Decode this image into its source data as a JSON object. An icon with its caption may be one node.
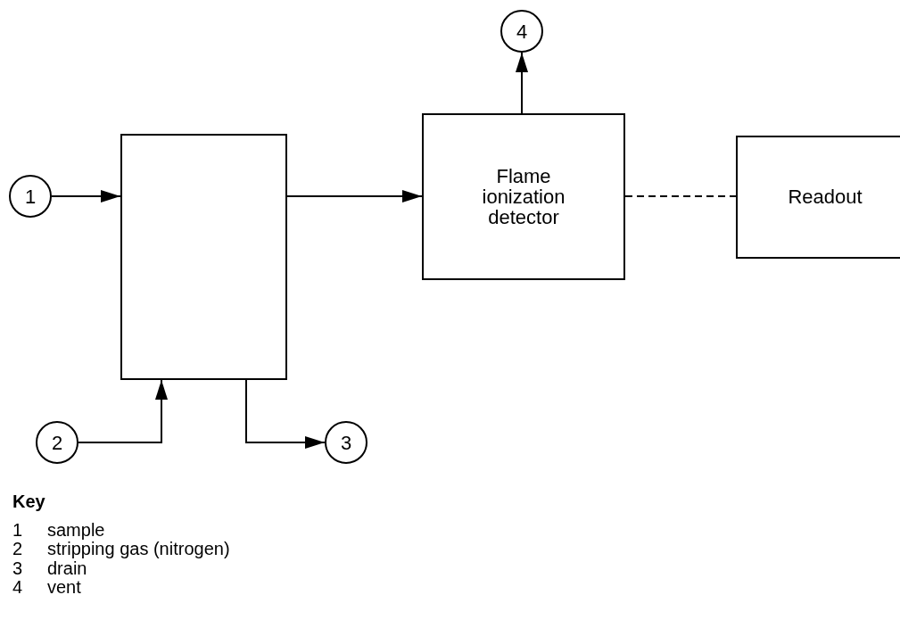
{
  "diagram": {
    "nodes": [
      {
        "text": [
          "4"
        ]
      },
      {
        "text": [
          "1"
        ]
      },
      {
        "text": [],
        "shape": "box"
      },
      {
        "text": [
          "Flame ionization detector"
        ]
      },
      {
        "text": [
          "Readout"
        ]
      },
      {
        "text": [
          "2"
        ]
      },
      {
        "text": [
          "3"
        ]
      }
    ],
    "edges": [
      {
        "from": 1,
        "to": 2,
        "arrow": "to"
      },
      {
        "from": 2,
        "to": 3,
        "arrow": "to"
      },
      {
        "from": 3,
        "to": 4,
        "arrow": "none",
        "style": "dashed"
      },
      {
        "from": 3,
        "to": 0,
        "arrow": "to"
      },
      {
        "from": 5,
        "to": 2,
        "arrow": "to"
      },
      {
        "from": 2,
        "to": 6,
        "arrow": "to"
      }
    ],
    "labels": [
      "Key",
      "1",
      "sample",
      "2",
      "stripping gas (nitrogen)",
      "3",
      "drain",
      "4",
      "vent"
    ]
  }
}
